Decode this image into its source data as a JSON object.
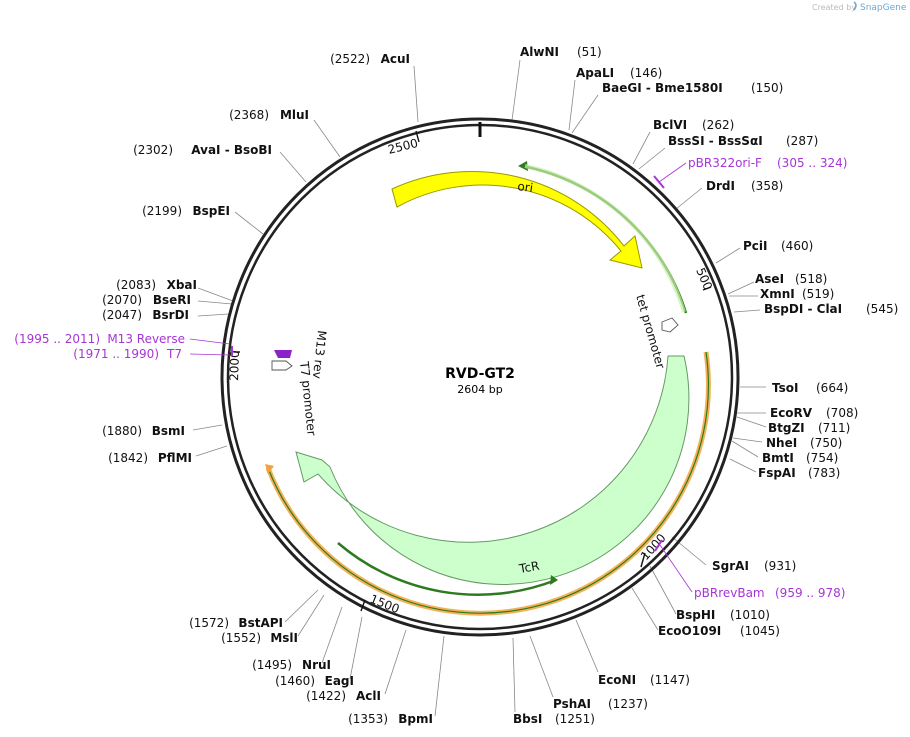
{
  "credit": {
    "text": "Created by",
    "brand": "SnapGene"
  },
  "plasmid": {
    "name": "RVD-GT2",
    "length_label": "2604 bp",
    "length": 2604
  },
  "scale_ticks": [
    {
      "bp": 500,
      "label": "500"
    },
    {
      "bp": 1000,
      "label": "1000"
    },
    {
      "bp": 1500,
      "label": "1500"
    },
    {
      "bp": 2000,
      "label": "2000"
    },
    {
      "bp": 2500,
      "label": "2500"
    }
  ],
  "features": [
    {
      "id": "ori",
      "label": "ori",
      "color": "#ffff00",
      "stroke": "#999900"
    },
    {
      "id": "tet-promoter",
      "label": "tet promoter"
    },
    {
      "id": "tcr",
      "label": "TcR",
      "color": "#ccffcc",
      "stroke": "#669966"
    },
    {
      "id": "t7-promoter",
      "label": "T7 promoter"
    },
    {
      "id": "m13-rev",
      "label": "M13 rev"
    }
  ],
  "sites_right": [
    {
      "name": "AlwNI",
      "pos": "(51)"
    },
    {
      "name": "ApaLI",
      "pos": "(146)"
    },
    {
      "name": "BaeGI - Bme1580I",
      "pos": "(150)"
    },
    {
      "name": "BclVI",
      "pos": "(262)"
    },
    {
      "name": "BssSI - BssSαI",
      "pos": "(287)"
    },
    {
      "name": "DrdI",
      "pos": "(358)"
    },
    {
      "name": "PciI",
      "pos": "(460)"
    },
    {
      "name": "AseI",
      "pos": "(518)"
    },
    {
      "name": "XmnI",
      "pos": "(519)"
    },
    {
      "name": "BspDI - ClaI",
      "pos": "(545)"
    },
    {
      "name": "TsoI",
      "pos": "(664)"
    },
    {
      "name": "EcoRV",
      "pos": "(708)"
    },
    {
      "name": "BtgZI",
      "pos": "(711)"
    },
    {
      "name": "NheI",
      "pos": "(750)"
    },
    {
      "name": "BmtI",
      "pos": "(754)"
    },
    {
      "name": "FspAI",
      "pos": "(783)"
    },
    {
      "name": "SgrAI",
      "pos": "(931)"
    },
    {
      "name": "BspHI",
      "pos": "(1010)"
    },
    {
      "name": "EcoO109I",
      "pos": "(1045)"
    },
    {
      "name": "EcoNI",
      "pos": "(1147)"
    },
    {
      "name": "PshAI",
      "pos": "(1237)"
    },
    {
      "name": "BbsI",
      "pos": "(1251)"
    }
  ],
  "sites_left": [
    {
      "name": "AcuI",
      "pos": "(2522)"
    },
    {
      "name": "MluI",
      "pos": "(2368)"
    },
    {
      "name": "AvaI - BsoBI",
      "pos": "(2302)"
    },
    {
      "name": "BspEI",
      "pos": "(2199)"
    },
    {
      "name": "XbaI",
      "pos": "(2083)"
    },
    {
      "name": "BseRI",
      "pos": "(2070)"
    },
    {
      "name": "BsrDI",
      "pos": "(2047)"
    },
    {
      "name": "BsmI",
      "pos": "(1880)"
    },
    {
      "name": "PflMI",
      "pos": "(1842)"
    },
    {
      "name": "BstAPI",
      "pos": "(1572)"
    },
    {
      "name": "MslI",
      "pos": "(1552)"
    },
    {
      "name": "NruI",
      "pos": "(1495)"
    },
    {
      "name": "EagI",
      "pos": "(1460)"
    },
    {
      "name": "AclI",
      "pos": "(1422)"
    },
    {
      "name": "BpmI",
      "pos": "(1353)"
    }
  ],
  "primers": [
    {
      "name": "pBR322ori-F",
      "range": "(305 .. 324)"
    },
    {
      "name": "pBRrevBam",
      "range": "(959 .. 978)"
    },
    {
      "name": "M13 Reverse",
      "range": "(1995 .. 2011)"
    },
    {
      "name": "T7",
      "range": "(1971 .. 1990)"
    }
  ],
  "colors": {
    "backbone": "#222222",
    "primer": "#a635d6",
    "orf_outline": "#f3a33a",
    "orf_line": "#2d7a1f",
    "leader_line": "#888888"
  }
}
